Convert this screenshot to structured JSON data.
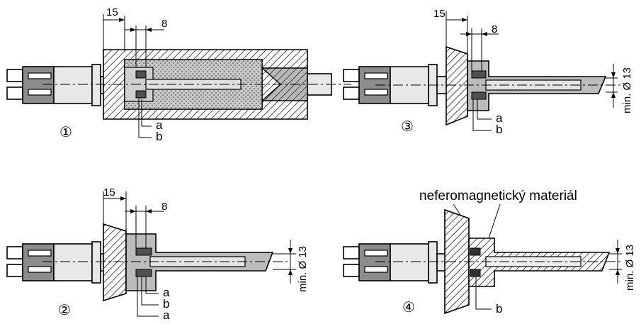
{
  "labels": {
    "dim_15": "15",
    "dim_8": "8",
    "dim_min_d13": "min. Ø 13",
    "a": "a",
    "b": "b",
    "material": "neferomagnetický materiál"
  },
  "figures": [
    {
      "number": "①"
    },
    {
      "number": "②"
    },
    {
      "number": "③"
    },
    {
      "number": "④"
    }
  ],
  "colors": {
    "line": "#000000",
    "fill_dark": "#6e6e6e",
    "fill_mid": "#a8a8a8",
    "fill_light": "#d6d6d6",
    "fill_sensor": "#e6e6e6"
  }
}
